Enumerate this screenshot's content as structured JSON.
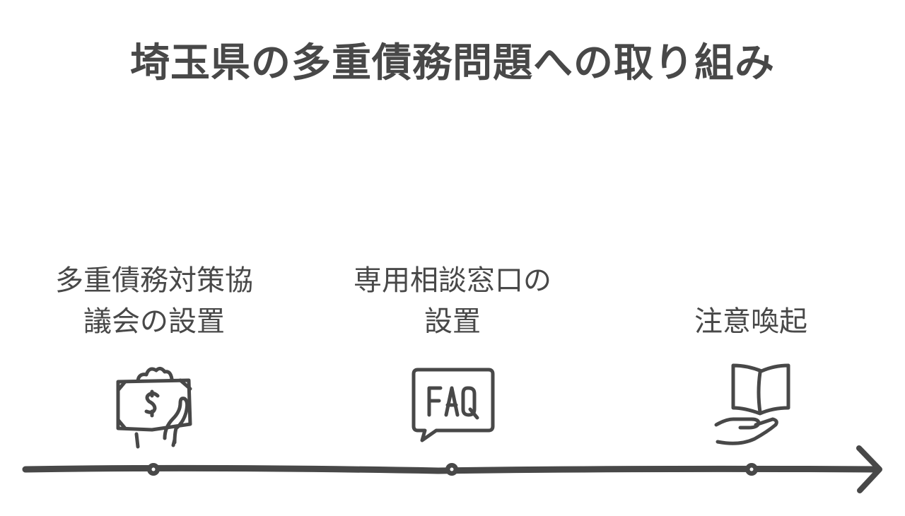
{
  "title": "埼玉県の多重債務問題への取り組み",
  "colors": {
    "stroke": "#484848",
    "background": "#ffffff"
  },
  "milestones": [
    {
      "label_line1": "多重債務対策協",
      "label_line2": "議会の設置",
      "icon": "money-in-hand-icon"
    },
    {
      "label_line1": "専用相談窓口の",
      "label_line2": "設置",
      "icon": "faq-speech-bubble-icon"
    },
    {
      "label_line1": "注意喚起",
      "label_line2": "",
      "icon": "book-in-hand-icon"
    }
  ]
}
